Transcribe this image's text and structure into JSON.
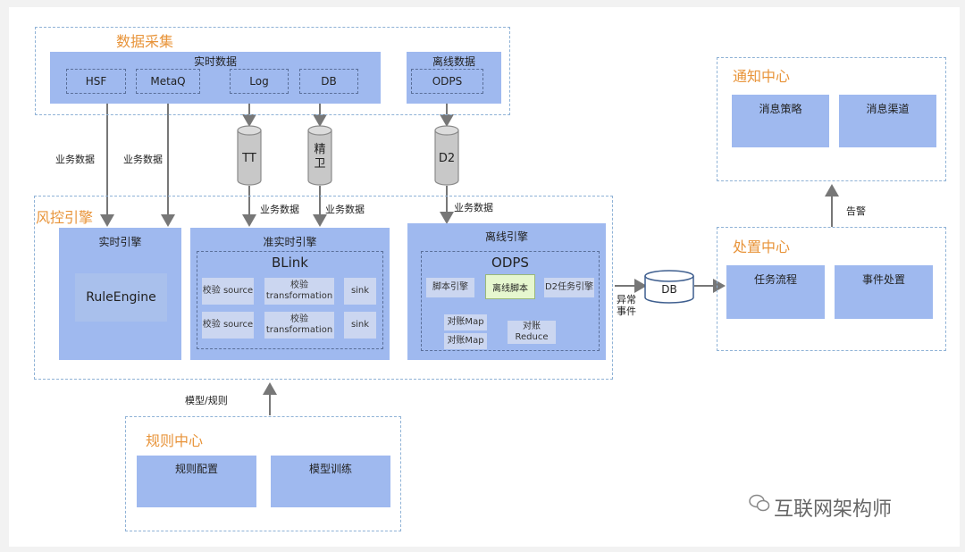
{
  "data_collection": {
    "title": "数据采集",
    "realtime": {
      "title": "实时数据",
      "sources": [
        "HSF",
        "MetaQ",
        "Log",
        "DB"
      ]
    },
    "offline": {
      "title": "离线数据",
      "sources": [
        "ODPS"
      ]
    }
  },
  "middleware": {
    "tt": "TT",
    "jingwei": "精卫",
    "d2": "D2"
  },
  "edge_labels": {
    "business_data": "业务数据",
    "model_rules": "模型/规则",
    "anomaly_event": "异常事件",
    "alarm": "告警"
  },
  "risk_engine": {
    "title": "风控引擎",
    "realtime": {
      "title": "实时引擎",
      "inner": "RuleEngine"
    },
    "near_realtime": {
      "title": "准实时引擎",
      "framework": "BLink",
      "rows": [
        [
          "校验 source",
          "校验 transformation",
          "sink"
        ],
        [
          "校验 source",
          "校验 transformation",
          "sink"
        ]
      ]
    },
    "offline": {
      "title": "离线引擎",
      "framework": "ODPS",
      "steps": [
        "脚本引擎",
        "离线脚本",
        "D2任务引擎"
      ],
      "maps": [
        "对账Map",
        "对账Map"
      ],
      "reduce": "对账 Reduce"
    }
  },
  "db": "DB",
  "notification_center": {
    "title": "通知中心",
    "items": [
      "消息策略",
      "消息渠道"
    ]
  },
  "handling_center": {
    "title": "处置中心",
    "items": [
      "任务流程",
      "事件处置"
    ]
  },
  "rule_center": {
    "title": "规则中心",
    "items": [
      "规则配置",
      "模型训练"
    ]
  },
  "watermark": "互联网架构师"
}
